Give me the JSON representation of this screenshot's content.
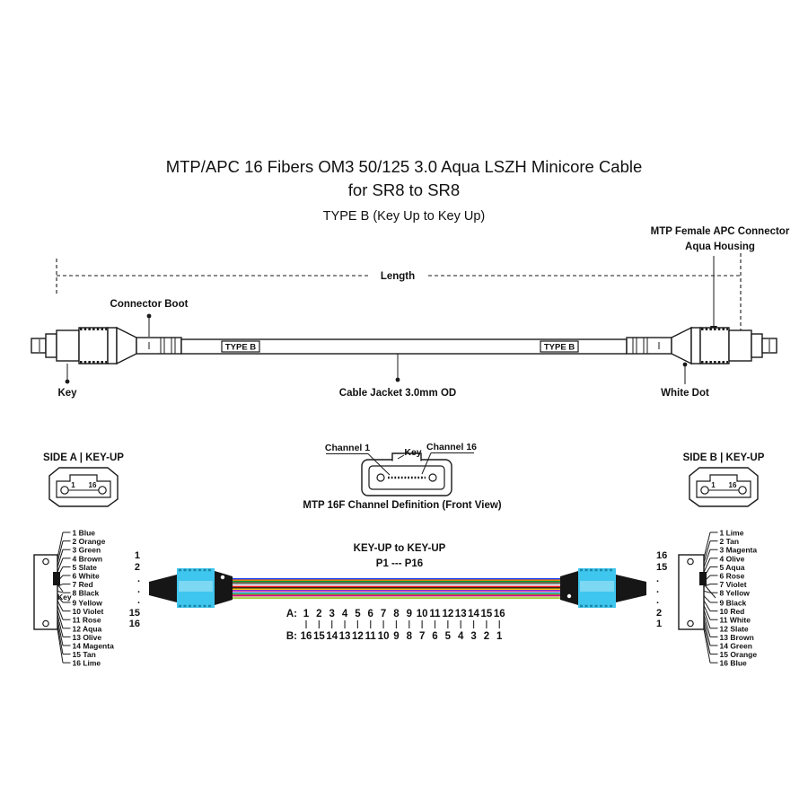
{
  "title": {
    "line1": "MTP/APC 16 Fibers OM3 50/125 3.0 Aqua LSZH Minicore Cable",
    "line2": "for SR8 to SR8",
    "subtitle": "TYPE B (Key Up to Key Up)"
  },
  "cable_diagram": {
    "connector_label": {
      "line1": "MTP Female APC Connector",
      "line2": "Aqua Housing"
    },
    "length_label": "Length",
    "connector_boot_label": "Connector Boot",
    "key_label": "Key",
    "type_b_marker": "TYPE B",
    "cable_jacket_label": "Cable Jacket 3.0mm OD",
    "white_dot_label": "White Dot"
  },
  "front_view": {
    "channel_1_label": "Channel 1",
    "key_label": "Key",
    "channel_16_label": "Channel 16",
    "caption": "MTP 16F Channel Definition (Front View)"
  },
  "side_a": {
    "title": "SIDE A | KEY-UP",
    "pin_first": "1",
    "pin_last": "16"
  },
  "side_b": {
    "title": "SIDE B | KEY-UP",
    "pin_first": "1",
    "pin_last": "16"
  },
  "assembly": {
    "orientation_label": "KEY-UP to KEY-UP",
    "polarity_label": "P1 --- P16",
    "row_a_label": "A:",
    "row_b_label": "B:",
    "a_values": [
      "1",
      "2",
      "3",
      "4",
      "5",
      "6",
      "7",
      "8",
      "9",
      "10",
      "11",
      "12",
      "13",
      "14",
      "15",
      "16"
    ],
    "b_values": [
      "16",
      "15",
      "14",
      "13",
      "12",
      "11",
      "10",
      "9",
      "8",
      "7",
      "6",
      "5",
      "4",
      "3",
      "2",
      "1"
    ],
    "column_colors": [
      "#0b24fb",
      "#ff3a00",
      "#009c00",
      "#3a2300",
      "#a8a8a8",
      "#cfe2f3",
      "#ff0000",
      "#141414",
      "#efc600",
      "#5b00b0",
      "#ff00ff",
      "#00cdf2",
      "#1a1aff",
      "#ff0000",
      "#00a100",
      "#3a2300"
    ],
    "left_sequence": [
      "1",
      "2",
      ".",
      ".",
      ".",
      "15",
      "16"
    ],
    "right_sequence": [
      "16",
      "15",
      ".",
      ".",
      ".",
      "2",
      "1"
    ],
    "ribbon_colors": [
      "#1440ff",
      "#ff7300",
      "#00a335",
      "#6b4423",
      "#8a99a8",
      "#f2f2f2",
      "#ff1111",
      "#1c1c1c",
      "#ffd300",
      "#7d2bd0",
      "#ff66b0",
      "#00d2e6",
      "#7a7a00",
      "#e6009e",
      "#d2b48c",
      "#9ed435"
    ],
    "housing_color": "#3fc6ee",
    "housing_shadow_color": "#1a86a8",
    "boot_color": "#161616",
    "white_dot_color": "#ffffff"
  },
  "fanout_left": {
    "key_label": "Key",
    "items": [
      "1 Blue",
      "2 Orange",
      "3 Green",
      "4 Brown",
      "5 Slate",
      "6 White",
      "7 Red",
      "8 Black",
      "9 Yellow",
      "10 Violet",
      "11 Rose",
      "12 Aqua",
      "13 Olive",
      "14 Magenta",
      "15 Tan",
      "16 Lime"
    ]
  },
  "fanout_right": {
    "items": [
      "1 Lime",
      "2 Tan",
      "3 Magenta",
      "4 Olive",
      "5 Aqua",
      "6 Rose",
      "7 Violet",
      "8 Yellow",
      "9 Black",
      "10 Red",
      "11 White",
      "12 Slate",
      "13 Brown",
      "14 Green",
      "15 Orange",
      "16 Blue"
    ]
  }
}
